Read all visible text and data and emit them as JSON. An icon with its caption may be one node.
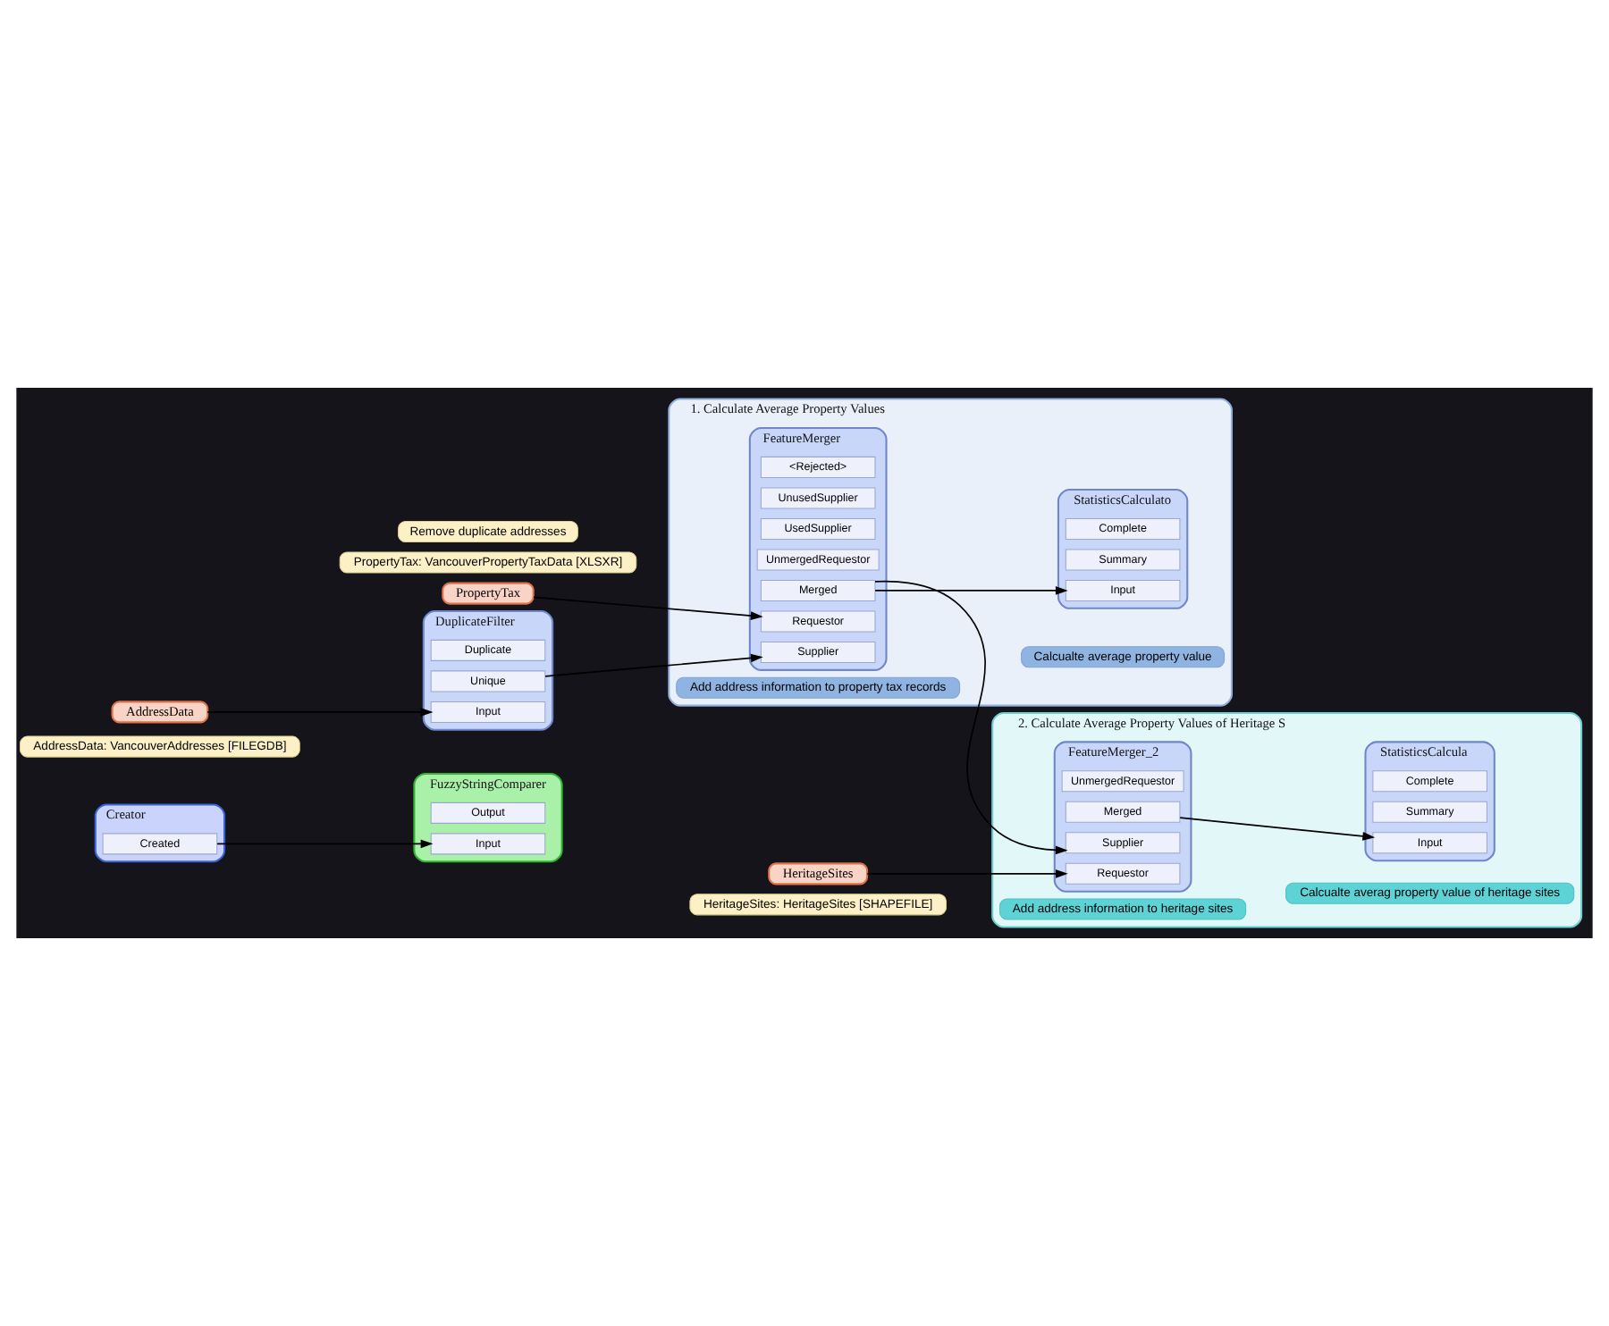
{
  "diagram": {
    "nodes": [
      {
        "text": [
          "Creator"
        ]
      },
      {
        "text": [
          "Created"
        ],
        "in": 0
      },
      {
        "text": [
          "FuzzyStringComparer"
        ]
      },
      {
        "text": [
          "Input"
        ],
        "in": 2
      },
      {
        "text": [
          "Output"
        ],
        "in": 2
      },
      {
        "text": [
          "PropertyTax: VancouverPropertyTaxData [XLSXR]"
        ]
      },
      {
        "text": [
          "PropertyTax"
        ]
      },
      {
        "text": [
          "AddressData"
        ]
      },
      {
        "text": [
          "AddressData: VancouverAddresses [FILEGDB]"
        ]
      },
      {
        "text": [
          "DuplicateFilter"
        ]
      },
      {
        "text": [
          "Input"
        ],
        "in": 9
      },
      {
        "text": [
          "Unique"
        ],
        "in": 9
      },
      {
        "text": [
          "Duplicate"
        ],
        "in": 9
      },
      {
        "text": [
          "Remove duplicate addresses"
        ]
      },
      {
        "text": [
          "1. Calculate Average Property Values"
        ]
      },
      {
        "text": [
          "Add address information to property tax records"
        ],
        "in": 14
      },
      {
        "text": [
          "Calcualte average property value"
        ],
        "in": 14
      },
      {
        "text": [
          "FeatureMerger"
        ],
        "in": 14
      },
      {
        "text": [
          "Requestor"
        ],
        "in": 17
      },
      {
        "text": [
          "Supplier"
        ],
        "in": 17
      },
      {
        "text": [
          "Merged"
        ],
        "in": 17
      },
      {
        "text": [
          "UnmergedRequestor"
        ],
        "in": 17
      },
      {
        "text": [
          "UsedSupplier"
        ],
        "in": 17
      },
      {
        "text": [
          "UnusedSupplier"
        ],
        "in": 17
      },
      {
        "text": [
          "<Rejected>"
        ],
        "in": 17
      },
      {
        "text": [
          "StatisticsCalculato"
        ],
        "in": 14
      },
      {
        "text": [
          "Input"
        ],
        "in": 25
      },
      {
        "text": [
          "Summary"
        ],
        "in": 25
      },
      {
        "text": [
          "Complete"
        ],
        "in": 25
      },
      {
        "text": [
          "2. Calculate Average Property Values of Heritage S"
        ]
      },
      {
        "text": [
          "Add address information to heritage sites"
        ],
        "in": 29
      },
      {
        "text": [
          "Calcualte averag property value of heritage sites"
        ],
        "in": 29
      },
      {
        "text": [
          "FeatureMerger_2"
        ],
        "in": 29
      },
      {
        "text": [
          "Supplier"
        ],
        "in": 32
      },
      {
        "text": [
          "Requestor"
        ],
        "in": 32
      },
      {
        "text": [
          "Merged"
        ],
        "in": 32
      },
      {
        "text": [
          "UnmergedRequestor"
        ],
        "in": 32
      },
      {
        "text": [
          "StatisticsCalcula"
        ],
        "in": 29
      },
      {
        "text": [
          "Input"
        ],
        "in": 37
      },
      {
        "text": [
          "Summary"
        ],
        "in": 37
      },
      {
        "text": [
          "Complete"
        ],
        "in": 37
      },
      {
        "text": [
          "HeritageSites: HeritageSites [SHAPEFILE]"
        ]
      },
      {
        "text": [
          "HeritageSites"
        ]
      }
    ],
    "edges": [
      {
        "from": 1,
        "to": 3,
        "arrow": "to"
      },
      {
        "from": 6,
        "to": 18,
        "arrow": "to"
      },
      {
        "from": 7,
        "to": 10,
        "arrow": "to"
      },
      {
        "from": 11,
        "to": 19,
        "arrow": "to"
      },
      {
        "from": 20,
        "to": 26,
        "arrow": "to"
      },
      {
        "from": 20,
        "to": 33,
        "arrow": "to"
      },
      {
        "from": 42,
        "to": 34,
        "arrow": "to"
      },
      {
        "from": 35,
        "to": 38,
        "arrow": "to"
      }
    ]
  }
}
